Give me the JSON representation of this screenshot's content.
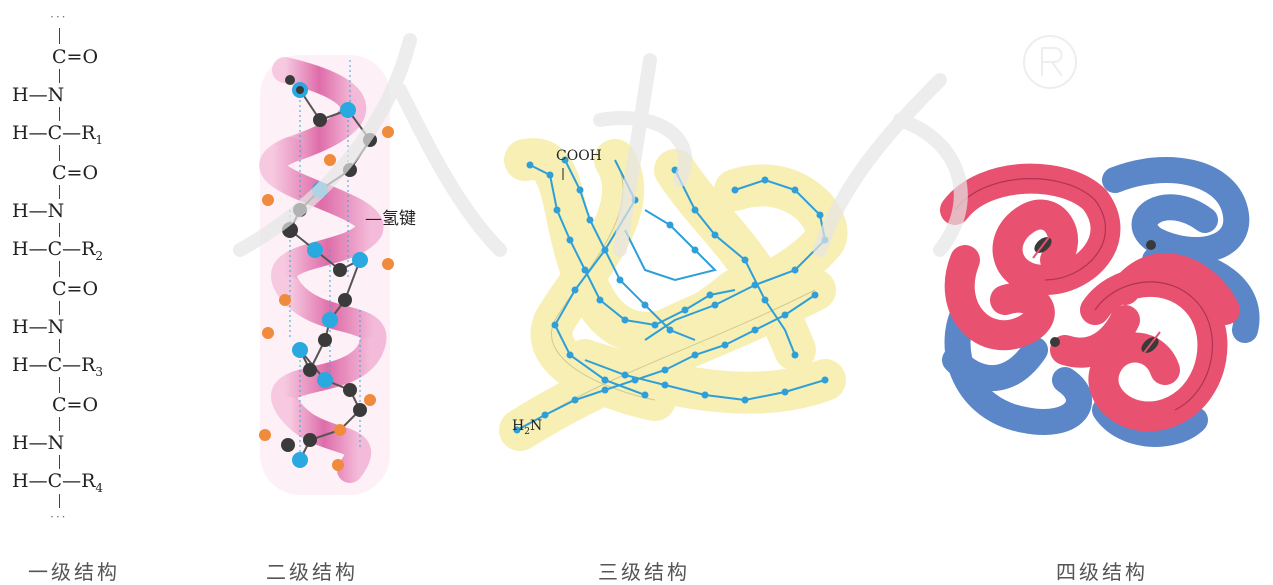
{
  "primary": {
    "dots_top": "···",
    "dots_bottom": "···",
    "co": "C=O",
    "hn": "H—N",
    "hc": "H—C",
    "r": "—R",
    "r_subs": [
      "1",
      "2",
      "3",
      "4"
    ]
  },
  "secondary": {
    "hbond_label": "—氢键"
  },
  "tertiary": {
    "cooh_label": "COOH",
    "h2n_label_h": "H",
    "h2n_label_sub": "2",
    "h2n_label_n": "N"
  },
  "captions": {
    "primary": "一级结构",
    "secondary": "二级结构",
    "tertiary": "三级结构",
    "quaternary": "四级结构"
  },
  "colors": {
    "helix_pink": "#d9569c",
    "atom_blue": "#2aa8e0",
    "atom_dark": "#3a3a3a",
    "atom_orange": "#f08a3c",
    "ribbon_yellow": "#f7efb4",
    "chain_blue": "#2e9fd8",
    "subunit_pink": "#e8516f",
    "subunit_blue": "#5b86c8"
  }
}
